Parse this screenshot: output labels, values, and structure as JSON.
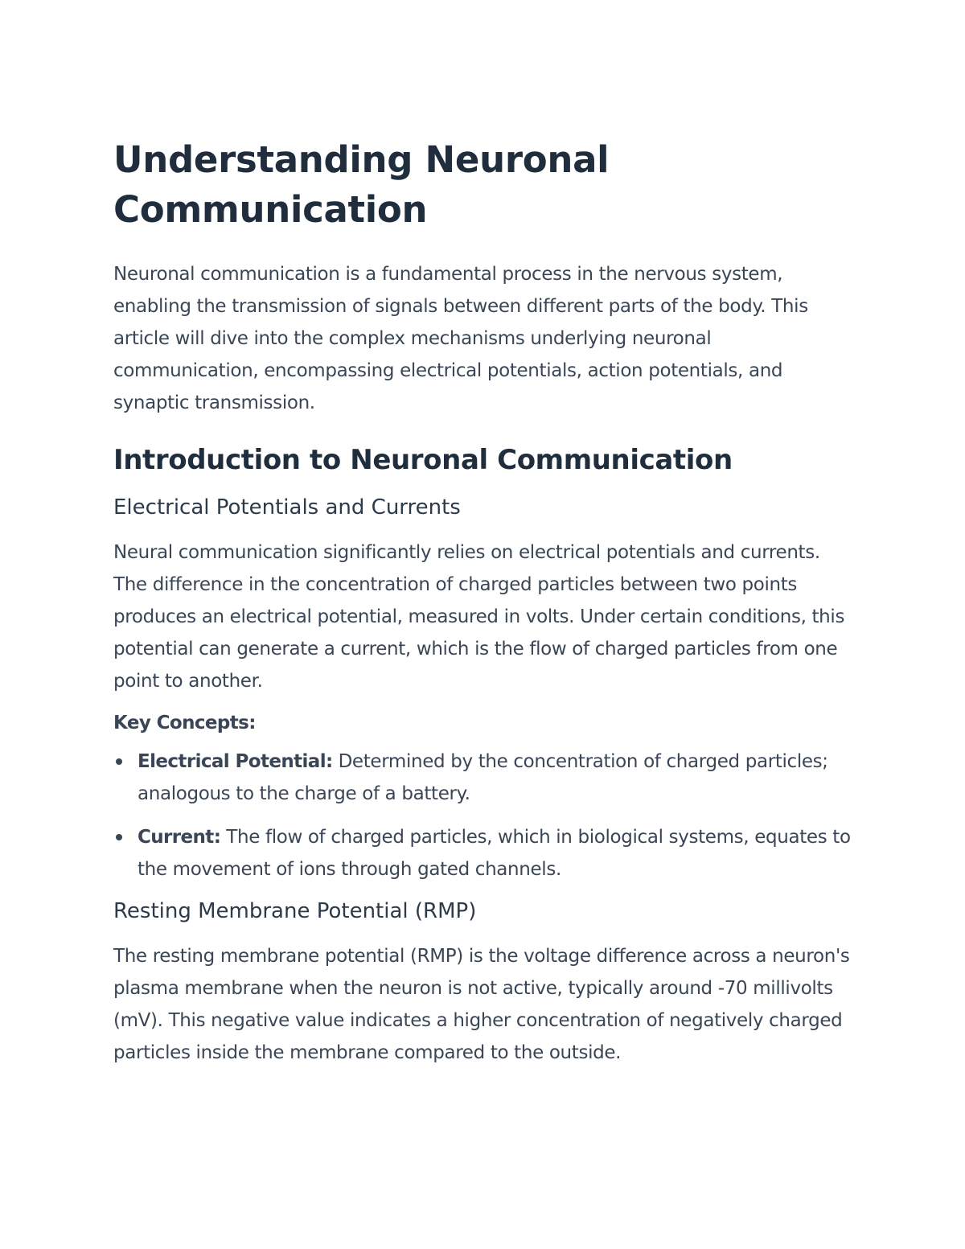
{
  "title": "Understanding Neuronal Communication",
  "intro": "Neuronal communication is a fundamental process in the nervous system, enabling the transmission of signals between different parts of the body. This article will dive into the complex mechanisms underlying neuronal communication, encompassing electrical potentials, action potentials, and synaptic transmission.",
  "section": {
    "heading": "Introduction to Neuronal Communication",
    "subsections": [
      {
        "heading": "Electrical Potentials and Currents",
        "paragraph": "Neural communication significantly relies on electrical potentials and currents. The difference in the concentration of charged particles between two points produces an electrical potential, measured in volts. Under certain conditions, this potential can generate a current, which is the flow of charged particles from one point to another.",
        "key_label": "Key Concepts:",
        "concepts": [
          {
            "term": "Electrical Potential:",
            "text": " Determined by the concentration of charged particles; analogous to the charge of a battery."
          },
          {
            "term": "Current:",
            "text": " The flow of charged particles, which in biological systems, equates to the movement of ions through gated channels."
          }
        ]
      },
      {
        "heading": "Resting Membrane Potential (RMP)",
        "paragraph": "The resting membrane potential (RMP) is the voltage difference across a neuron's plasma membrane when the neuron is not active, typically around -70 millivolts (mV). This negative value indicates a higher concentration of negatively charged particles inside the membrane compared to the outside."
      }
    ]
  }
}
